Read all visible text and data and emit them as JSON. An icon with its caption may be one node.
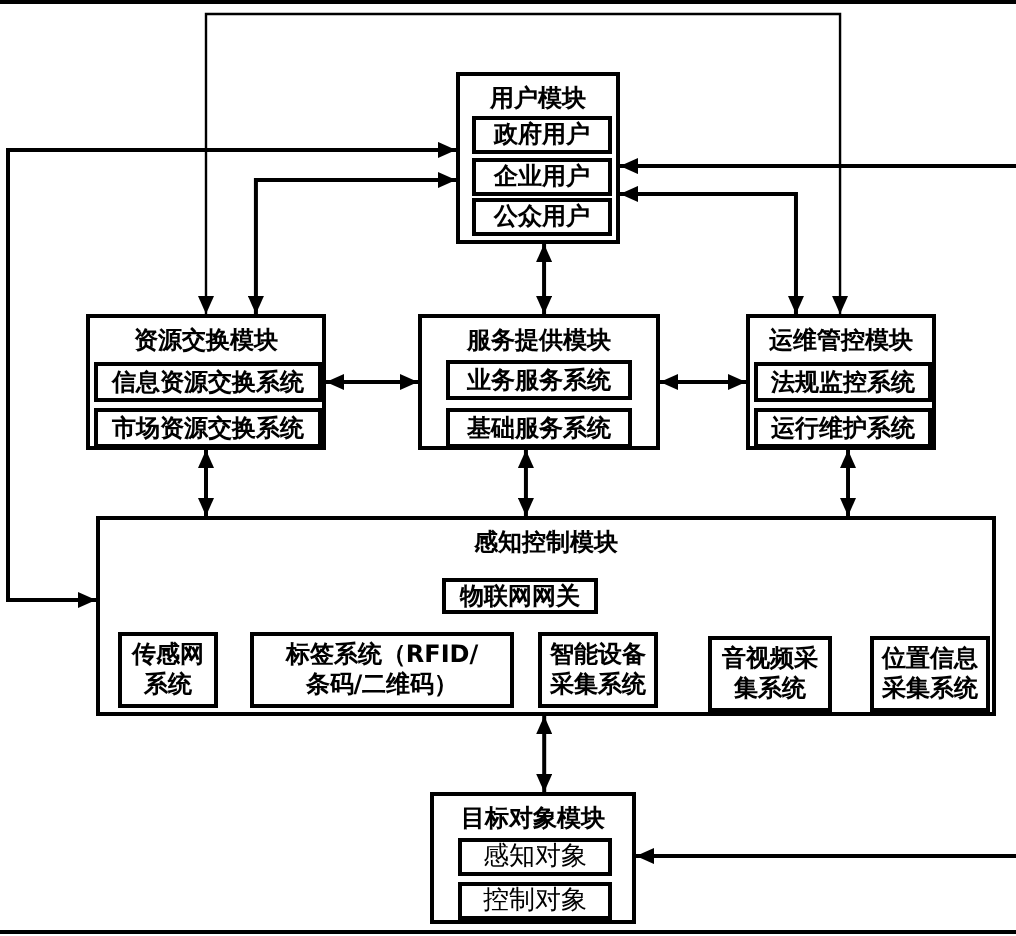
{
  "diagram": {
    "nodes": [
      {
        "text": [
          "用户模块"
        ]
      },
      {
        "text": [
          "政府用户"
        ],
        "in": 0
      },
      {
        "text": [
          "企业用户"
        ],
        "in": 0
      },
      {
        "text": [
          "公众用户"
        ],
        "in": 0
      },
      {
        "text": [
          "资源交换模块"
        ]
      },
      {
        "text": [
          "信息资源交换系统"
        ],
        "in": 4
      },
      {
        "text": [
          "市场资源交换系统"
        ],
        "in": 4
      },
      {
        "text": [
          "服务提供模块"
        ]
      },
      {
        "text": [
          "业务服务系统"
        ],
        "in": 7
      },
      {
        "text": [
          "基础服务系统"
        ],
        "in": 7
      },
      {
        "text": [
          "运维管控模块"
        ]
      },
      {
        "text": [
          "法规监控系统"
        ],
        "in": 10
      },
      {
        "text": [
          "运行维护系统"
        ],
        "in": 10
      },
      {
        "text": [
          "感知控制模块"
        ]
      },
      {
        "text": [
          "物联网网关"
        ],
        "in": 13
      },
      {
        "text": [
          "传感网系统"
        ],
        "in": 13
      },
      {
        "text": [
          "标签系统（RFID/条码/二维码）"
        ],
        "in": 13
      },
      {
        "text": [
          "智能设备采集系统"
        ],
        "in": 13
      },
      {
        "text": [
          "音视频采集系统"
        ],
        "in": 13
      },
      {
        "text": [
          "位置信息采集系统"
        ],
        "in": 13
      },
      {
        "text": [
          "目标对象模块"
        ]
      },
      {
        "text": [
          "感知对象"
        ],
        "in": 20
      },
      {
        "text": [
          "控制对象"
        ],
        "in": 20
      }
    ],
    "edges": [
      {
        "from": 4,
        "to": 10,
        "arrow": "both"
      },
      {
        "from": 13,
        "to": 0,
        "arrow": "both"
      },
      {
        "from": 4,
        "to": 0,
        "arrow": "both"
      },
      {
        "from": null,
        "to": 0,
        "arrow": "to"
      },
      {
        "from": 0,
        "to": 10,
        "arrow": "both"
      },
      {
        "from": 0,
        "to": 7,
        "arrow": "both"
      },
      {
        "from": 4,
        "to": 7,
        "arrow": "both"
      },
      {
        "from": 7,
        "to": 10,
        "arrow": "both"
      },
      {
        "from": 4,
        "to": 13,
        "arrow": "both"
      },
      {
        "from": 7,
        "to": 13,
        "arrow": "both"
      },
      {
        "from": 10,
        "to": 13,
        "arrow": "both"
      },
      {
        "from": 13,
        "to": 20,
        "arrow": "both"
      },
      {
        "from": null,
        "to": 20,
        "arrow": "to"
      }
    ]
  }
}
